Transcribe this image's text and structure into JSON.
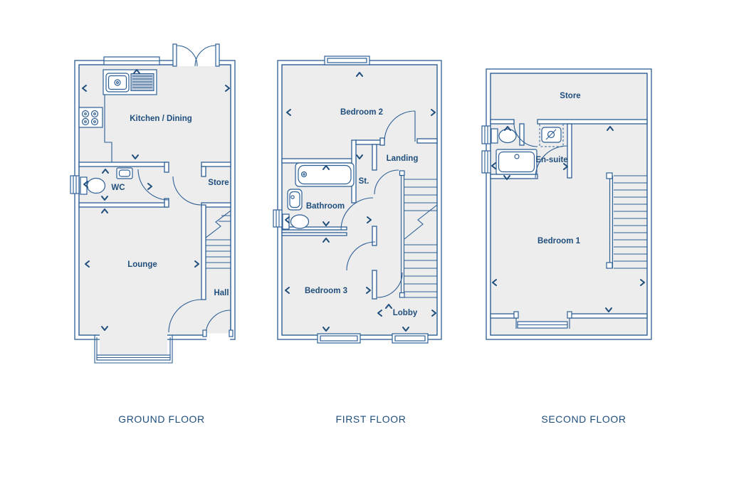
{
  "figure": {
    "type": "house-floor-plan-set",
    "background_color": "#ffffff",
    "colors": {
      "line": "#2d5f95",
      "text": "#1f4e7c",
      "room_fill": "#ededed",
      "drainer_fill": "#b9c7d8"
    }
  },
  "floors": [
    {
      "caption": "GROUND FLOOR",
      "rooms": [
        {
          "label": "Kitchen / Dining"
        },
        {
          "label": "WC"
        },
        {
          "label": "Store"
        },
        {
          "label": "Lounge"
        },
        {
          "label": "Hall"
        }
      ],
      "features": [
        "sink-drainer-unit",
        "hob",
        "toilet",
        "wash-basin",
        "staircase",
        "french-doors",
        "bay-window",
        "front-door",
        "window"
      ]
    },
    {
      "caption": "FIRST FLOOR",
      "rooms": [
        {
          "label": "Bedroom 2"
        },
        {
          "label": "Landing"
        },
        {
          "label": "St."
        },
        {
          "label": "Bathroom"
        },
        {
          "label": "Bedroom 3"
        },
        {
          "label": "Lobby"
        }
      ],
      "features": [
        "bath",
        "wash-basin",
        "toilet",
        "staircase",
        "windows"
      ]
    },
    {
      "caption": "SECOND FLOOR",
      "rooms": [
        {
          "label": "Store"
        },
        {
          "label": "En-suite"
        },
        {
          "label": "Bedroom 1"
        }
      ],
      "features": [
        "shower-tray",
        "wash-basin-restricted-headroom",
        "toilet",
        "staircase",
        "dormer-window",
        "windows"
      ]
    }
  ]
}
